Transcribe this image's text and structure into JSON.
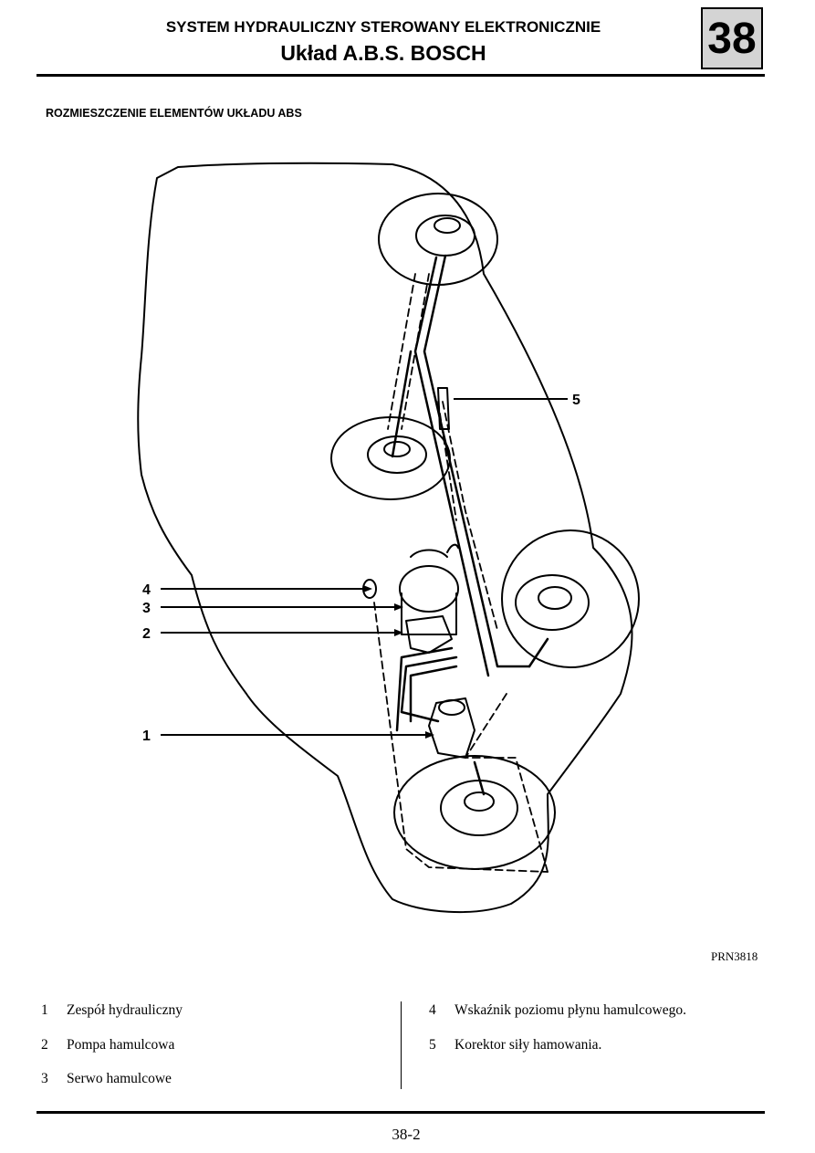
{
  "header": {
    "line1": "SYSTEM HYDRAULICZNY STEROWANY ELEKTRONICZNIE",
    "line2": "Układ A.B.S. BOSCH",
    "chapter": "38"
  },
  "section_title": "ROZMIESZCZENIE  ELEMENTÓW  UKŁADU ABS",
  "figure": {
    "callouts": [
      "5",
      "4",
      "3",
      "2",
      "1"
    ],
    "code": "PRN3818"
  },
  "legend": {
    "left": [
      {
        "num": "1",
        "text": "Zespół hydrauliczny"
      },
      {
        "num": "2",
        "text": "Pompa hamulcowa"
      },
      {
        "num": "3",
        "text": "Serwo hamulcowe"
      }
    ],
    "right": [
      {
        "num": "4",
        "text": "Wskaźnik poziomu płynu hamulcowego."
      },
      {
        "num": "5",
        "text": "Korektor siły hamowania."
      }
    ]
  },
  "footer": {
    "page": "38-2"
  }
}
